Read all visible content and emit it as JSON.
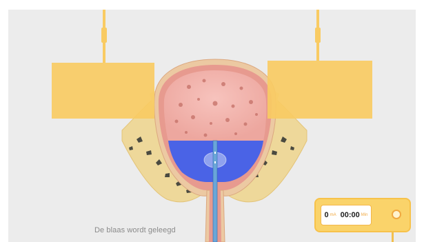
{
  "caption": "De blaas wordt geleegd",
  "stimulator": {
    "current_value": "0",
    "current_unit": "mA",
    "time_value": "00:00",
    "time_unit": "Min"
  },
  "colors": {
    "background": "#ececec",
    "electrode_pad": "#f9cb63",
    "urine": "#4a63e6",
    "bladder_wall": "#e79a8f",
    "pelvic_bone": "#eed89a",
    "catheter": "#6aa6d8"
  }
}
